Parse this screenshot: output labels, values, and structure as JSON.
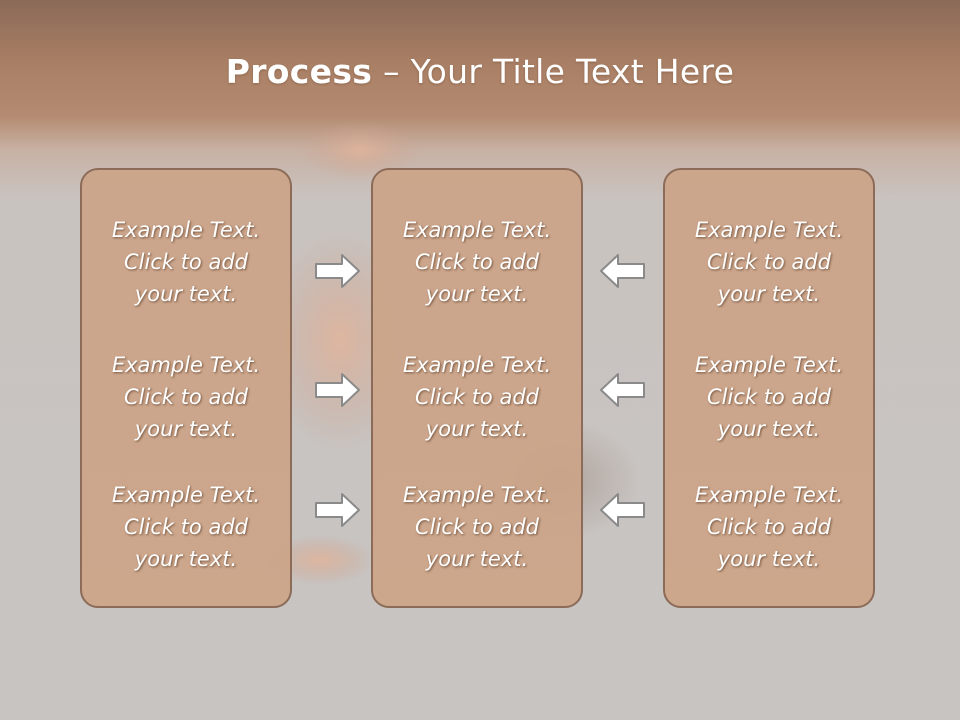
{
  "title": {
    "bold": "Process",
    "rest": " – Your Title Text Here"
  },
  "columns": [
    {
      "blocks": [
        "Example Text.\nClick  to add\nyour text.",
        "Example Text.\nClick  to add\nyour text.",
        "Example Text.\nClick  to add\nyour text."
      ]
    },
    {
      "blocks": [
        "Example Text.\nClick  to add\nyour text.",
        "Example Text.\nClick  to add\nyour text.",
        "Example Text.\nClick  to add\nyour text."
      ]
    },
    {
      "blocks": [
        "Example Text.\nClick  to add\nyour text.",
        "Example Text.\nClick  to add\nyour text.",
        "Example Text.\nClick  to add\nyour text."
      ]
    }
  ],
  "colors": {
    "box_fill": "#cca488",
    "box_border": "#8c6c58",
    "arrow_fill": "#ffffff",
    "arrow_stroke": "#8a8a8a"
  },
  "icons": [
    "arrow-right-icon",
    "arrow-left-icon"
  ]
}
